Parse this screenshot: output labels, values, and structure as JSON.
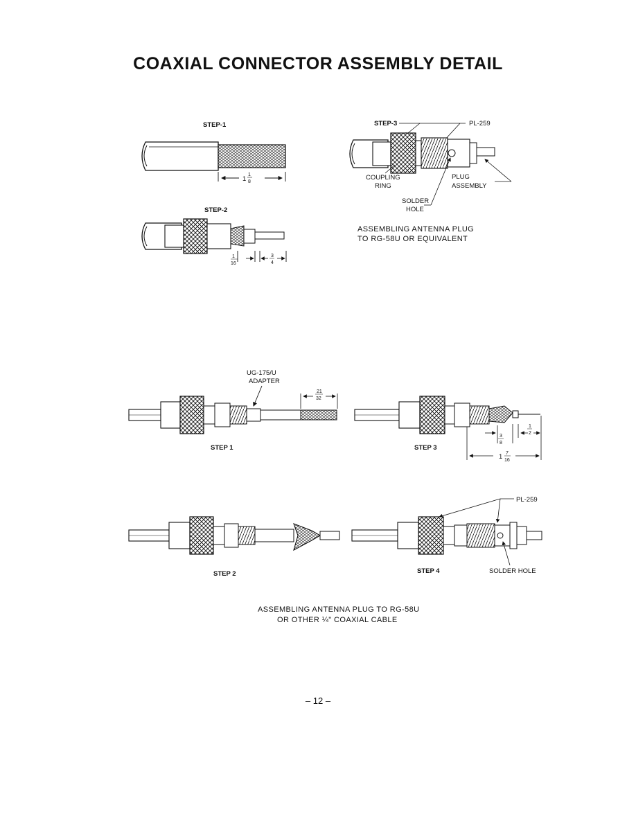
{
  "title": "COAXIAL CONNECTOR ASSEMBLY DETAIL",
  "top": {
    "step1": "STEP-1",
    "step2": "STEP-2",
    "step3": "STEP-3",
    "pl259": "PL-259",
    "coupling_ring_1": "COUPLING",
    "coupling_ring_2": "RING",
    "plug_assembly_1": "PLUG",
    "plug_assembly_2": "ASSEMBLY",
    "solder_hole_1": "SOLDER",
    "solder_hole_2": "HOLE",
    "dim_1_whole": "1",
    "dim_1_num": "1",
    "dim_1_den": "8",
    "dim_2a_num": "1",
    "dim_2a_den": "16",
    "dim_2b_num": "3",
    "dim_2b_den": "4",
    "caption_1": "ASSEMBLING ANTENNA PLUG",
    "caption_2": "TO RG-58U OR EQUIVALENT"
  },
  "bottom": {
    "adapter_1": "UG-175/U",
    "adapter_2": "ADAPTER",
    "step1": "STEP 1",
    "step2": "STEP 2",
    "step3": "STEP 3",
    "step4": "STEP 4",
    "pl259": "PL-259",
    "solder_hole": "SOLDER HOLE",
    "dim_21_num": "21",
    "dim_21_den": "32",
    "dim_38_num": "3",
    "dim_38_den": "8",
    "dim_12_num": "1",
    "dim_12_den": "2",
    "dim_1716_whole": "1",
    "dim_1716_num": "7",
    "dim_1716_den": "16",
    "caption_1": "ASSEMBLING ANTENNA PLUG TO RG-58U",
    "caption_2": "OR OTHER ¼\" COAXIAL CABLE"
  },
  "page_number": "– 12 –"
}
